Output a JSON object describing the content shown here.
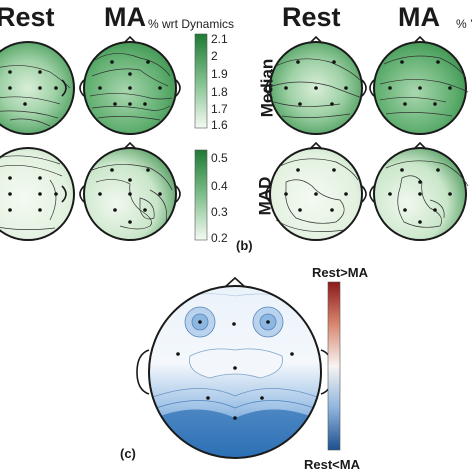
{
  "figure": {
    "column_headers_a": [
      "Rest",
      "MA"
    ],
    "column_headers_b": [
      "Rest",
      "MA"
    ],
    "unit_label": "% wrt Dynamics",
    "unit_label_b_fragment": "% ’",
    "row_labels": [
      "Median",
      "MAD"
    ],
    "median_colorbar": {
      "ticks": [
        "2.1",
        "2",
        "1.9",
        "1.8",
        "1.7",
        "1.6"
      ],
      "color_top": "#1f7a34",
      "color_bottom": "#f5faf3"
    },
    "mad_colorbar": {
      "ticks": [
        "0.5",
        "0.4",
        "0.3",
        "0.2"
      ],
      "color_top": "#1f7a34",
      "color_bottom": "#f5faf3"
    },
    "panel_b_label": "(b)",
    "panel_c_label": "(c)",
    "diff_colorbar": {
      "top_label": "Rest>MA",
      "bottom_label": "Rest<MA",
      "color_top": "#8b1a1a",
      "color_mid": "#f7f4f2",
      "color_bottom": "#1c4f8f"
    },
    "colors": {
      "green_dark": "#2e8540",
      "green_mid": "#8fc79a",
      "green_light": "#eef7ec",
      "blue_dark": "#2a6db3",
      "blue_light": "#dbe9f6",
      "outline": "#1a1a1a"
    }
  }
}
